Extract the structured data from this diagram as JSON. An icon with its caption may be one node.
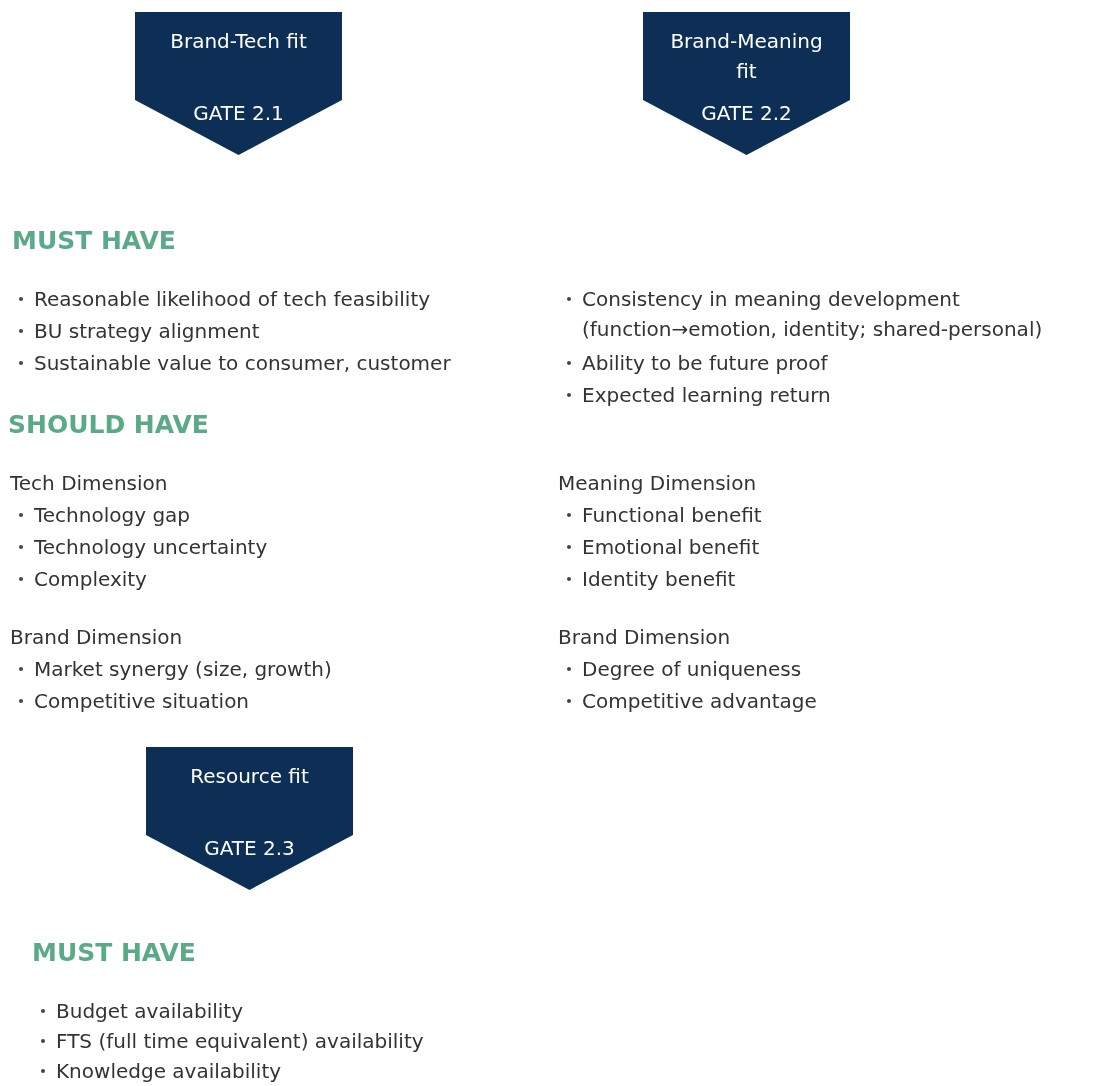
{
  "diagram": {
    "nodes": [
      {
        "text": [
          "Brand-Tech fit",
          "GATE 2.1"
        ]
      },
      {
        "text": [
          "Brand-Meaning fit",
          "GATE 2.2"
        ]
      },
      {
        "text": [
          "Resource fit",
          "GATE 2.3"
        ]
      }
    ],
    "labels": [
      "MUST HAVE",
      "Reasonable likelihood of tech feasibility",
      "BU strategy alignment",
      "Sustainable value to consumer, customer",
      "Consistency in meaning development (function→emotion, identity; shared-personal)",
      "Ability to be future proof",
      "Expected learning return",
      "SHOULD HAVE",
      "Tech Dimension",
      "Technology gap",
      "Technology uncertainty",
      "Complexity",
      "Brand Dimension",
      "Market synergy (size, growth)",
      "Competitive situation",
      "Meaning Dimension",
      "Functional benefit",
      "Emotional benefit",
      "Identity benefit",
      "Brand Dimension",
      "Degree of uniqueness",
      "Competitive advantage",
      "MUST HAVE",
      "Budget availability",
      "FTS (full time equivalent) availability",
      "Knowledge availability"
    ]
  }
}
